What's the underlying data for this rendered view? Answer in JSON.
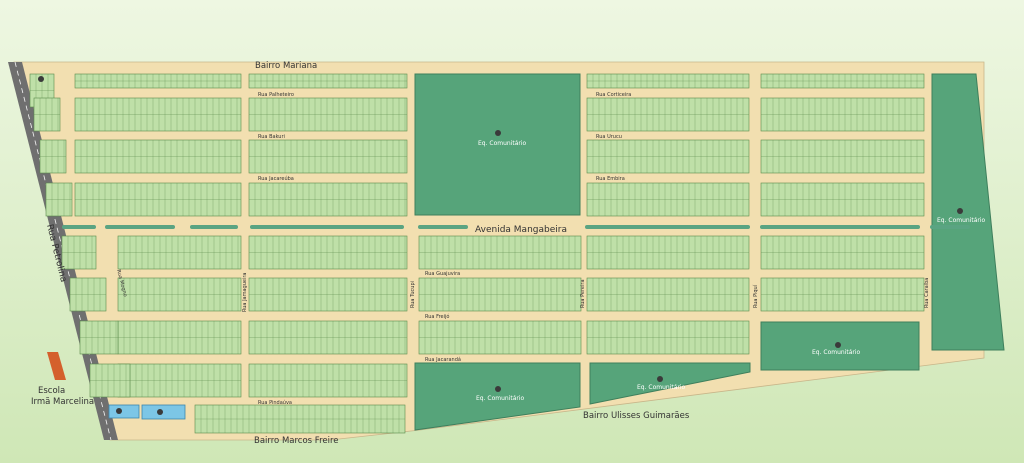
{
  "colors": {
    "background": "#d6ebc0",
    "background_top": "#eef7e2",
    "road": "#f2dfb0",
    "lot": "#bfe0a8",
    "lot_stroke": "#5a8a4a",
    "community": "#56a47a",
    "median": "#5aa482",
    "highway": "#6f6f6f",
    "school": "#d4602c",
    "pond": "#7cc6e6",
    "text": "#333333"
  },
  "labels": {
    "bairro_mariana": "Bairro Mariana",
    "bairro_marcos_freire": "Bairro Marcos Freire",
    "bairro_ulisses": "Bairro Ulisses Guimarães",
    "avenida": "Avenida Mangabeira",
    "highway": "Rua Petrolina",
    "school_line1": "Escola",
    "school_line2": "Irmã Marcelina",
    "eq_comunitario": "Eq. Comunitário"
  },
  "streets_horizontal": [
    "Rua Palheteiro",
    "Rua Bakuri",
    "Rua Jacareúba",
    "Rua Corticeira",
    "Rua Urucu",
    "Rua Embira",
    "Rua Guajuvira",
    "Rua Freijó",
    "Rua Jacarandá",
    "Rua Pindaúva"
  ],
  "streets_vertical": [
    "Rua Jamagueira",
    "Rua Tucupi",
    "Rua Pereira",
    "Rua Piquí",
    "Rua Caraíba",
    "Rua Mogno"
  ]
}
